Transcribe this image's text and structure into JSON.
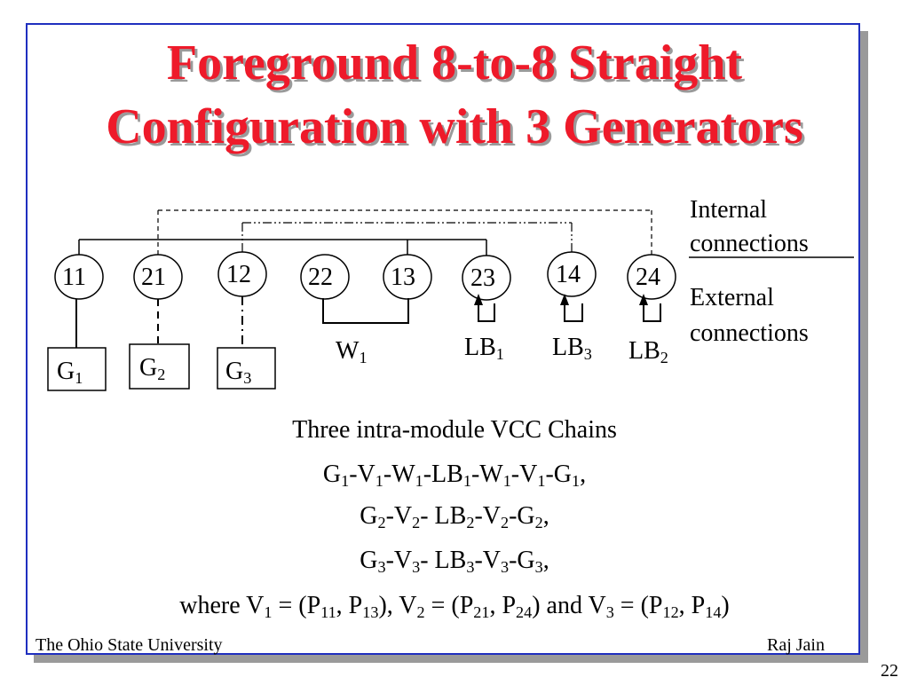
{
  "slide": {
    "title_line1": "Foreground 8-to-8 Straight",
    "title_line2": "Configuration with 3 Generators",
    "footer_left": "The Ohio State University",
    "footer_right": "Raj Jain",
    "page_number": "22",
    "colors": {
      "title": "#ee1a2a",
      "frame_border": "#1f2fbf",
      "shadow": "#9a9a9a"
    }
  },
  "diagram": {
    "ports": [
      {
        "label": "11"
      },
      {
        "label": "21"
      },
      {
        "label": "12"
      },
      {
        "label": "22"
      },
      {
        "label": "13"
      },
      {
        "label": "23"
      },
      {
        "label": "14"
      },
      {
        "label": "24"
      }
    ],
    "generators": [
      {
        "main": "G",
        "sub": "1"
      },
      {
        "main": "G",
        "sub": "2"
      },
      {
        "main": "G",
        "sub": "3"
      }
    ],
    "links": [
      {
        "main": "W",
        "sub": "1"
      },
      {
        "main": "LB",
        "sub": "1"
      },
      {
        "main": "LB",
        "sub": "3"
      },
      {
        "main": "LB",
        "sub": "2"
      }
    ],
    "legend": {
      "internal_line1": "Internal",
      "internal_line2": "connections",
      "external_line1": "External",
      "external_line2": "connections"
    }
  },
  "chains": {
    "heading": "Three intra-module VCC  Chains",
    "chain1": [
      {
        "t": "G"
      },
      {
        "s": "1"
      },
      {
        "t": "-V"
      },
      {
        "s": "1"
      },
      {
        "t": "-W"
      },
      {
        "s": "1"
      },
      {
        "t": "-LB"
      },
      {
        "s": "1"
      },
      {
        "t": "-W"
      },
      {
        "s": "1"
      },
      {
        "t": "-V"
      },
      {
        "s": "1"
      },
      {
        "t": "-G"
      },
      {
        "s": "1"
      },
      {
        "t": ","
      }
    ],
    "chain2": [
      {
        "t": "G"
      },
      {
        "s": "2"
      },
      {
        "t": "-V"
      },
      {
        "s": "2"
      },
      {
        "t": "- LB"
      },
      {
        "s": "2"
      },
      {
        "t": "-V"
      },
      {
        "s": "2"
      },
      {
        "t": "-G"
      },
      {
        "s": "2"
      },
      {
        "t": ","
      }
    ],
    "chain3": [
      {
        "t": "G"
      },
      {
        "s": "3"
      },
      {
        "t": "-V"
      },
      {
        "s": "3"
      },
      {
        "t": "- LB"
      },
      {
        "s": "3"
      },
      {
        "t": "-V"
      },
      {
        "s": "3"
      },
      {
        "t": "-G"
      },
      {
        "s": "3"
      },
      {
        "t": ","
      }
    ],
    "where": [
      {
        "t": "where V"
      },
      {
        "s": "1"
      },
      {
        "t": " = (P"
      },
      {
        "s": "11"
      },
      {
        "t": ", P"
      },
      {
        "s": "13"
      },
      {
        "t": "), V"
      },
      {
        "s": "2"
      },
      {
        "t": " = (P"
      },
      {
        "s": "21"
      },
      {
        "t": ", P"
      },
      {
        "s": "24"
      },
      {
        "t": ") and V"
      },
      {
        "s": "3"
      },
      {
        "t": " = (P"
      },
      {
        "s": "12"
      },
      {
        "t": ", P"
      },
      {
        "s": "14"
      },
      {
        "t": ")"
      }
    ]
  }
}
